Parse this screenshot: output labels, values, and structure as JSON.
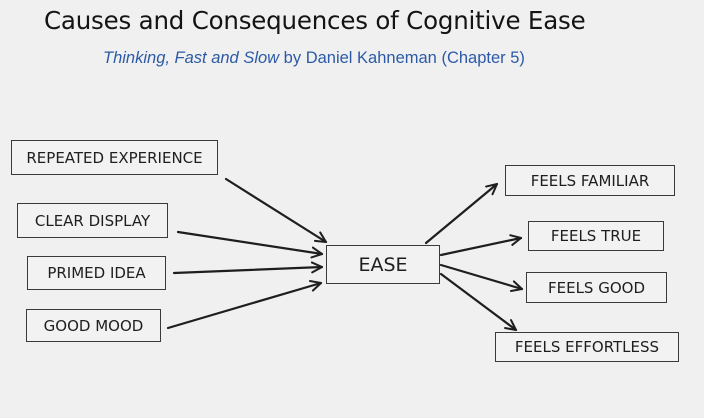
{
  "header": {
    "title": "Causes and Consequences of Cognitive Ease",
    "subtitle_book": "Thinking, Fast and Slow",
    "subtitle_rest": " by Daniel Kahneman (Chapter 5)"
  },
  "diagram": {
    "causes": [
      {
        "id": "repeated-experience",
        "label": "REPEATED EXPERIENCE"
      },
      {
        "id": "clear-display",
        "label": "CLEAR DISPLAY"
      },
      {
        "id": "primed-idea",
        "label": "PRIMED IDEA"
      },
      {
        "id": "good-mood",
        "label": "GOOD MOOD"
      }
    ],
    "center": {
      "id": "ease",
      "label": "EASE"
    },
    "consequences": [
      {
        "id": "feels-familiar",
        "label": "FEELS FAMILIAR"
      },
      {
        "id": "feels-true",
        "label": "FEELS TRUE"
      },
      {
        "id": "feels-good",
        "label": "FEELS GOOD"
      },
      {
        "id": "feels-effortless",
        "label": "FEELS EFFORTLESS"
      }
    ],
    "edges": [
      {
        "from": "repeated-experience",
        "to": "ease"
      },
      {
        "from": "clear-display",
        "to": "ease"
      },
      {
        "from": "primed-idea",
        "to": "ease"
      },
      {
        "from": "good-mood",
        "to": "ease"
      },
      {
        "from": "ease",
        "to": "feels-familiar"
      },
      {
        "from": "ease",
        "to": "feels-true"
      },
      {
        "from": "ease",
        "to": "feels-good"
      },
      {
        "from": "ease",
        "to": "feels-effortless"
      }
    ]
  }
}
